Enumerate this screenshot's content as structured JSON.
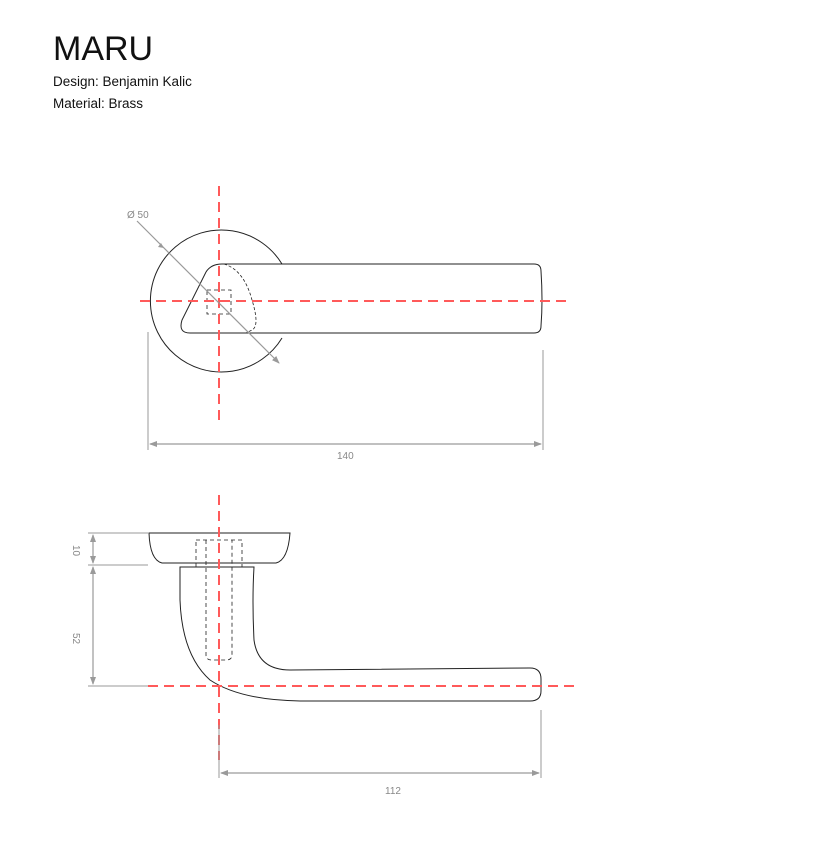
{
  "header": {
    "title": "MARU",
    "design": "Design: Benjamin Kalic",
    "material": "Material: Brass"
  },
  "top_view": {
    "diameter_label": "Ø 50",
    "length_label": "140"
  },
  "side_view": {
    "rose_height_label": "10",
    "lever_drop_label": "52",
    "lever_length_label": "112"
  },
  "colors": {
    "outline": "#222222",
    "centerline": "#ff5a5a",
    "dimension": "#9a9a9a"
  }
}
